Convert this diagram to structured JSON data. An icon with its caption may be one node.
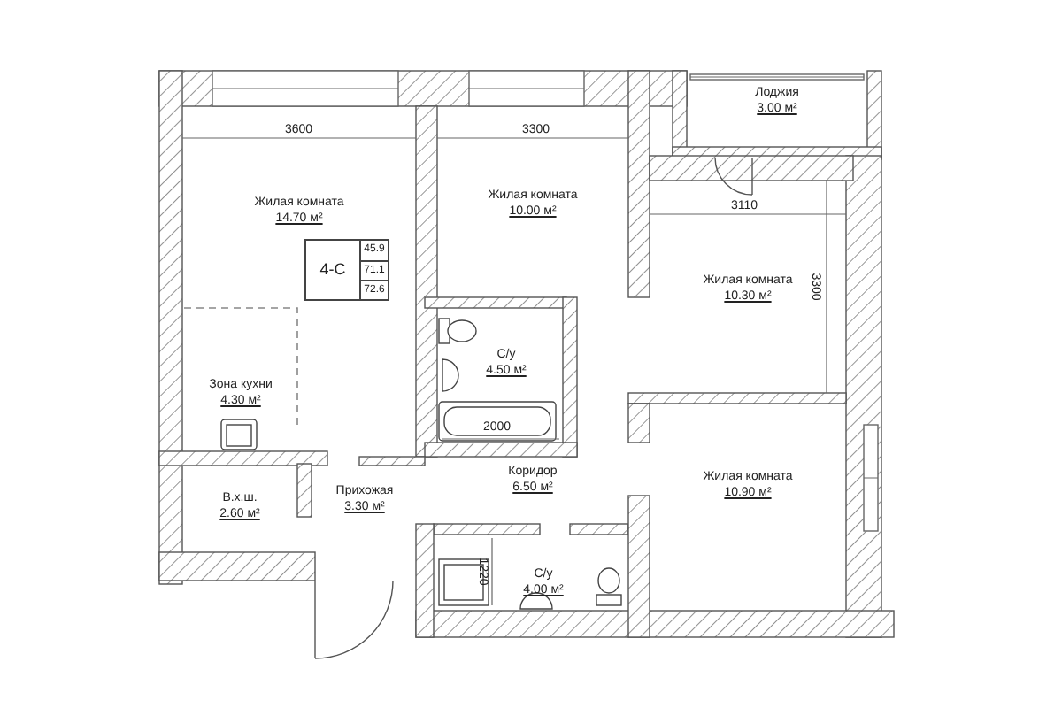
{
  "diagram": {
    "nodes": [
      {
        "text": [
          "Жилая комната",
          "14.70 м²"
        ]
      },
      {
        "text": [
          "4-C",
          "45.9",
          "71.1",
          "72.6"
        ],
        "in": 0
      },
      {
        "text": [
          "Зона кухни",
          "4.30 м²"
        ],
        "in": 0
      },
      {
        "text": [
          "Жилая комната",
          "10.00 м²"
        ]
      },
      {
        "text": [
          "Лоджия",
          "3.00 м²"
        ]
      },
      {
        "text": [
          "Жилая комната",
          "10.30 м²"
        ]
      },
      {
        "text": [
          "С/у",
          "4.50 м²"
        ]
      },
      {
        "text": [
          "В.х.ш.",
          "2.60 м²"
        ]
      },
      {
        "text": [
          "Прихожая",
          "3.30 м²"
        ]
      },
      {
        "text": [
          "Коридор",
          "6.50 м²"
        ]
      },
      {
        "text": [
          "Жилая комната",
          "10.90 м²"
        ]
      },
      {
        "text": [
          "С/у",
          "4.00 м²"
        ]
      }
    ],
    "edges": [],
    "labels": [
      "3600",
      "3300",
      "3110",
      "3300",
      "2000",
      "1220"
    ]
  }
}
